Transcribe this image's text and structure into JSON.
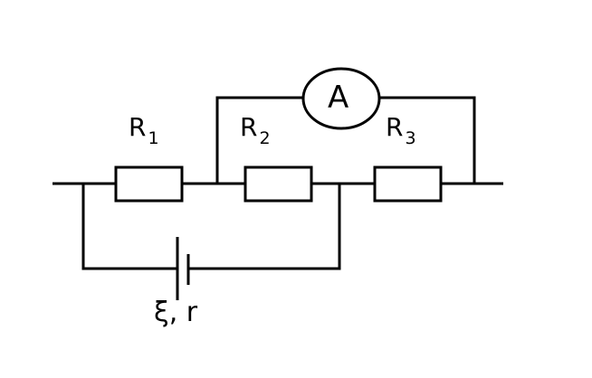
{
  "diagram": {
    "resistors": [
      {
        "symbol": "R",
        "index": "1"
      },
      {
        "symbol": "R",
        "index": "2"
      },
      {
        "symbol": "R",
        "index": "3"
      }
    ],
    "ammeter": {
      "label": "A"
    },
    "battery": {
      "label": "ξ, r"
    }
  }
}
